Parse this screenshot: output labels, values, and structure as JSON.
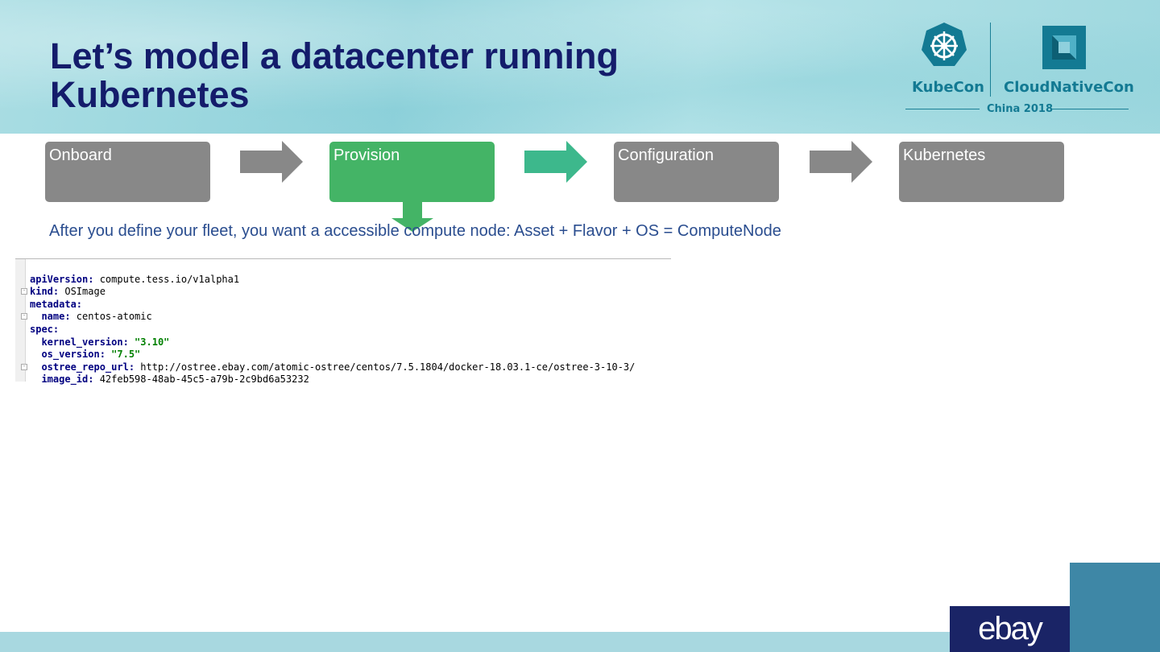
{
  "slide": {
    "title_line1": "Let’s model a datacenter running",
    "title_line2": "Kubernetes",
    "caption": "After you define your fleet, you want a accessible compute node: Asset + Flavor + OS = ComputeNode"
  },
  "logo": {
    "left_text": "KubeCon",
    "right_text": "CloudNativeCon",
    "year": "China 2018",
    "icons": [
      "kubernetes-helm-icon",
      "cncf-icon"
    ]
  },
  "steps": [
    {
      "label": "Onboard",
      "active": false
    },
    {
      "label": "Provision",
      "active": true
    },
    {
      "label": "Configuration",
      "active": false
    },
    {
      "label": "Kubernetes",
      "active": false
    }
  ],
  "code": {
    "lines": [
      {
        "key": "apiVersion:",
        "value": " compute.tess.io/v1alpha1",
        "indent": ""
      },
      {
        "key": "kind:",
        "value": " OSImage",
        "indent": ""
      },
      {
        "key": "metadata:",
        "value": "",
        "indent": ""
      },
      {
        "key": "name:",
        "value": " centos-atomic",
        "indent": "  "
      },
      {
        "key": "spec:",
        "value": "",
        "indent": ""
      },
      {
        "key": "kernel_version:",
        "value": " \"3.10\"",
        "indent": "  "
      },
      {
        "key": "os_version:",
        "value": " \"7.5\"",
        "indent": "  "
      },
      {
        "key": "ostree_repo_url:",
        "value": " http://ostree.ebay.com/atomic-ostree/centos/7.5.1804/docker-18.03.1-ce/ostree-3-10-3/",
        "indent": "  "
      },
      {
        "key": "image_id:",
        "value": " 42feb598-48ab-45c5-a79b-2c9bd6a53232",
        "indent": "  "
      }
    ]
  },
  "footer": {
    "brand": "ebay"
  },
  "colors": {
    "title": "#141c6b",
    "step_gray": "#888888",
    "step_green": "#44b466",
    "arrow_teal": "#3db88c",
    "caption": "#2a4d8f",
    "footer_navy": "#1a2466"
  }
}
